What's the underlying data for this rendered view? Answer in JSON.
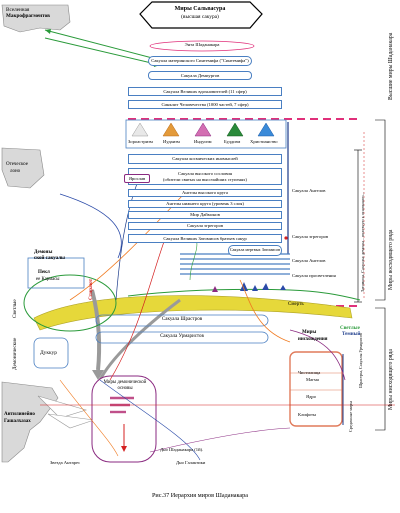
{
  "title": {
    "line1": "Миры Сальвасура",
    "line2": "(высшая сакура)"
  },
  "top_left": {
    "line1": "Вселенная",
    "line2": "Макрофрагментов"
  },
  "right_labels": {
    "top": "Высшие миры Шаданакара",
    "middle": "Миры восходящего ряда",
    "bottom": "Миры нисходящего ряда",
    "mid_inner": "Затомисы, Сакуалы: демоны – вплотную к основанию...",
    "low_inner": "Шрастры, Сакуалы Урмарисов",
    "low_inner2": "Срединные миры"
  },
  "boxes": {
    "enta": "Энта Шаданакара",
    "synth": "Сакуала материнского Синтемифа (\"Синтемифа\")",
    "demiurgs": "Сакуала Демиургов",
    "great_inspirers": "Сакуала Великих вдохновителей (11 сфер)",
    "synclit": "Синклит Человечества (1000 частей, 7 сфер)",
    "cosmic": "Сакуала космических иномыслей",
    "high_descent_1": "Сакуала высокого сословия",
    "high_descent_2": "(обители святых на высочайших ступенях)",
    "angels_high": "Ангелы высокого круга",
    "angels_low": "Ангелы нижнего круга (уровень 3 слоя)",
    "daimons": "Мир Даймонов",
    "egregors": "Сакуала эгрегоров",
    "zatomis": "Сакуала Великих Затомисов братьев сакур",
    "shrastr": "Сакуала Шрастров",
    "urmaris": "Сакуала Урмаристов",
    "demon_bases": "Миры демонической основы"
  },
  "temples": [
    "Зороастризм",
    "Иудаизм",
    "Индуизм",
    "Буддизм",
    "Христианство"
  ],
  "side_labels": {
    "iaroslav": "Ярослав",
    "angels_side": "Сакуала Ангелов",
    "egregors_side": "Сакуала эгрегоров",
    "zatomis_small": "Сакуала мертвых Затомисов",
    "sakuala_side2": "Сакуала Ангелов",
    "sakuala_prosvet": "Сакуала просветления",
    "smerti": "Смерть",
    "demon_left_a": "Демоны",
    "demon_left_b": "ской сакуалы",
    "lights": "Светлые",
    "demon_vert": "Демонические",
    "karmic": "ее Кармасы",
    "dukkhur": "Дуккур",
    "pekl": "Пекл",
    "red_vert": "Стирают",
    "chistilishche": "Чистилища",
    "magma": "Магма",
    "yadro": "Ядро",
    "klifot": "Клифоты",
    "miry_low": "Миры",
    "low_label": "нисхождения",
    "sdem_label": "Темный",
    "blue_green": "Светлые",
    "otchestvo": "Отеческое",
    "otch2": "лоно",
    "antichr_1": "Антилинейно",
    "antichr_2": "Гашалхазах",
    "zvezda": "Звезда Антарес",
    "dno1": "Дно Шаданакара (1й).",
    "dno2": "Дно Галактики"
  },
  "caption": "Рис.37 Иерархия миров Шаданакара",
  "colors": {
    "blue": "#4a7fc2",
    "pink": "#e0307a",
    "green": "#2a9a3a",
    "orange": "#f07a20",
    "red": "#d42020",
    "purple": "#8a2a80",
    "yellow": "#e6d83a",
    "gray": "#9a9a9a"
  }
}
